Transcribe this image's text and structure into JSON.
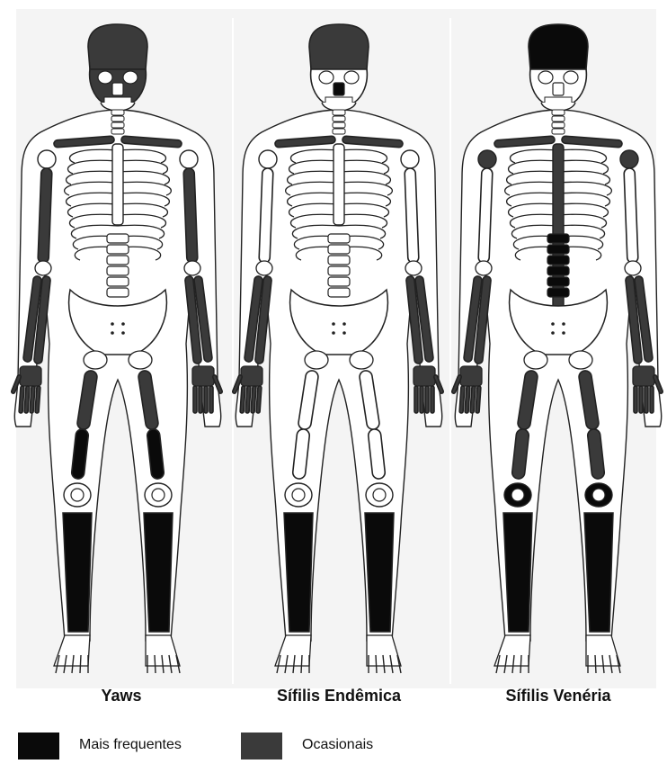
{
  "panels": [
    {
      "caption": "Yaws"
    },
    {
      "caption": "Sífilis Endêmica"
    },
    {
      "caption": "Sífilis Venéria"
    }
  ],
  "legend": {
    "frequent_label": "Mais frequentes",
    "occasional_label": "Ocasionais",
    "frequent_color": "#0a0a0a",
    "occasional_color": "#3a3a3a"
  },
  "colors": {
    "outline": "#222222",
    "bone": "#ffffff",
    "frequent": "#0a0a0a",
    "occasional": "#3a3a3a"
  }
}
